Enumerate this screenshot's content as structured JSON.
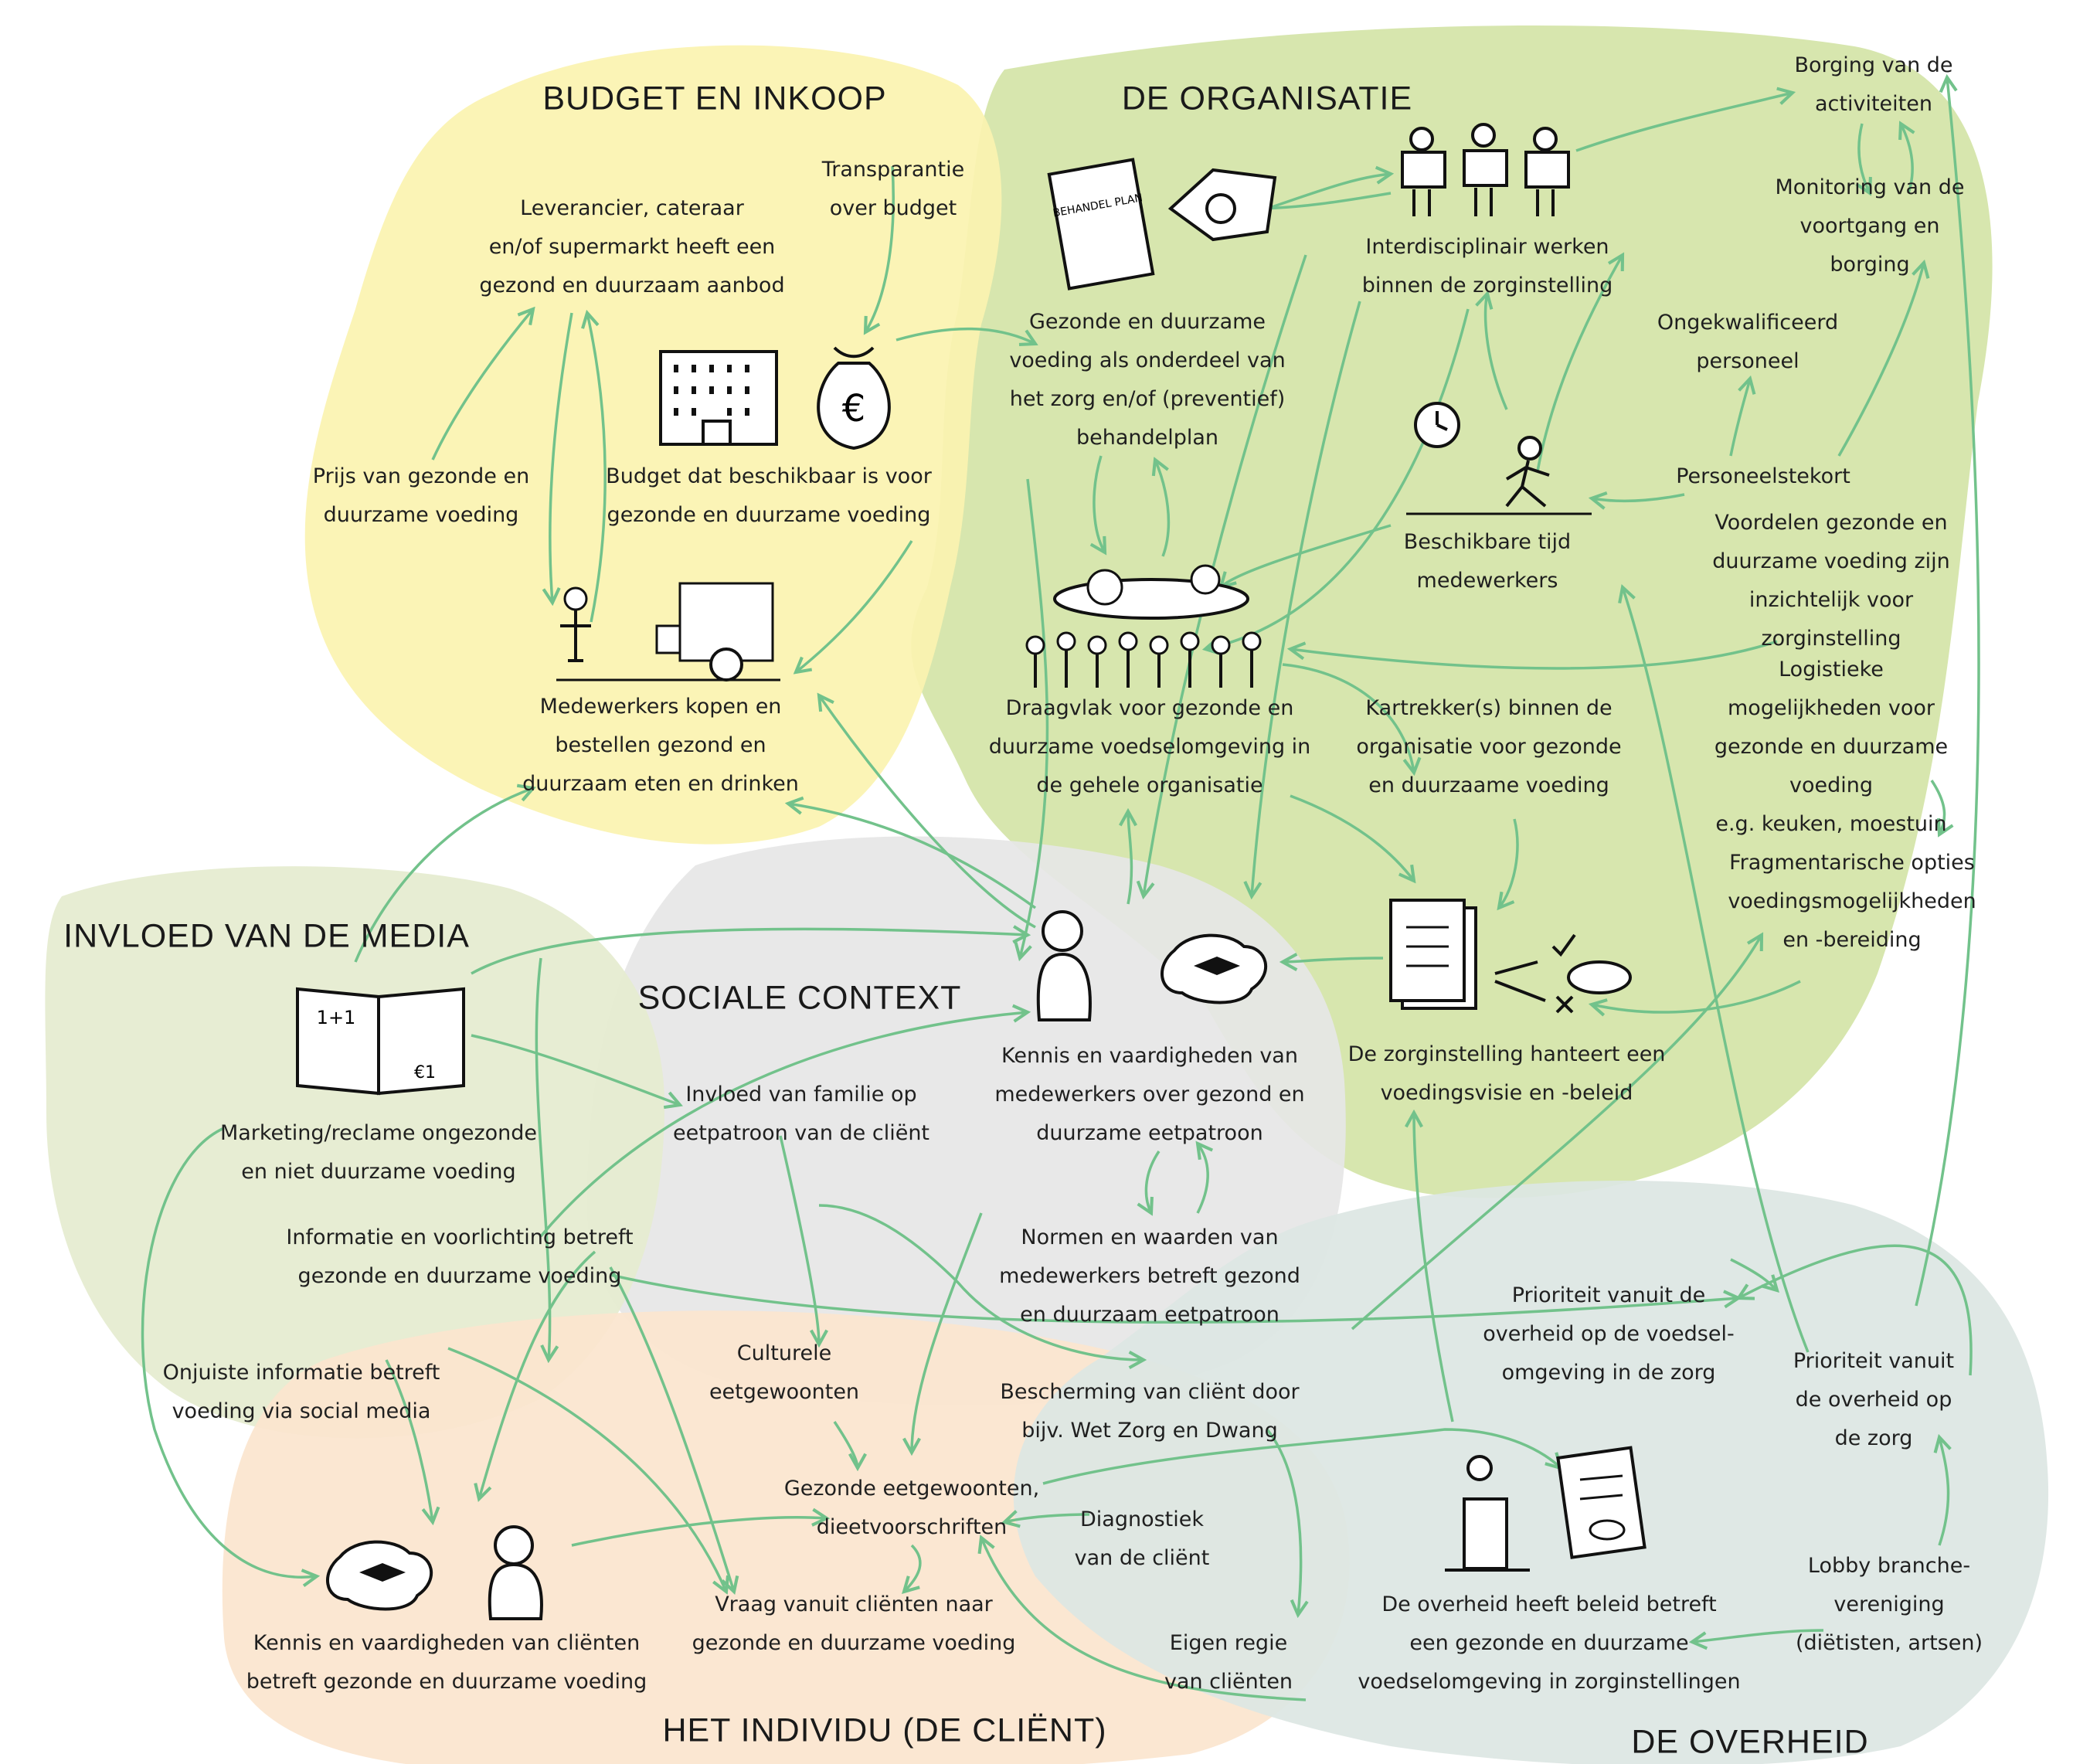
{
  "colors": {
    "budget_region": "#fbf3b0",
    "organisatie_region": "#d7e6ae",
    "media_region": "#e5ecd0",
    "sociale_region": "#e6e6e6",
    "individu_region": "#fbe5cf",
    "overheid_region": "#dde6e3",
    "arrow": "#72c28b"
  },
  "regions": {
    "budget": "BUDGET EN INKOOP",
    "organisatie": "DE ORGANISATIE",
    "media": "INVLOED VAN DE MEDIA",
    "sociale": "SOCIALE CONTEXT",
    "individu": "HET INDIVIDU (DE CLIËNT)",
    "overheid": "DE OVERHEID"
  },
  "nodes": {
    "leverancier": "Leverancier, cateraar\nen/of supermarkt heeft een\ngezond en duurzaam aanbod",
    "transparantie": "Transparantie\nover budget",
    "prijs": "Prijs van gezonde en\nduurzame voeding",
    "budget": "Budget dat beschikbaar is voor\ngezonde en duurzame voeding",
    "medewerkers_kopen": "Medewerkers kopen en\nbestellen gezond en\nduurzaam eten en drinken",
    "gezonde_voeding_behandelplan": "Gezonde en duurzame\nvoeding als onderdeel van\nhet zorg en/of (preventief)\nbehandelplan",
    "interdisciplinair": "Interdisciplinair werken\nbinnen de zorginstelling",
    "borging": "Borging van de\nactiviteiten",
    "monitoring": "Monitoring van de\nvoortgang en borging",
    "ongekwalificeerd": "Ongekwalificeerd\npersoneel",
    "personeelstekort": "Personeelstekort",
    "beschikbare_tijd": "Beschikbare tijd\nmedewerkers",
    "voordelen": "Voordelen gezonde en\nduurzame voeding zijn\ninzichtelijk voor zorginstelling",
    "draagvlak": "Draagvlak voor gezonde en\nduurzame voedselomgeving in\nde gehele organisatie",
    "kartrekker": "Kartrekker(s) binnen de\norganisatie voor gezonde\nen duurzaame voeding",
    "logistieke": "Logistieke mogelijkheden voor\ngezonde en duurzame voeding\ne.g. keuken, moestuin",
    "fragmentarische": "Fragmentarische opties\nvoedingsmogelijkheden\nen -bereiding",
    "voedingsvisie": "De zorginstelling hanteert een\nvoedingsvisie en -beleid",
    "kennis_medewerkers": "Kennis en vaardigheden van\nmedewerkers over gezond en\nduurzame eetpatroon",
    "invloed_familie": "Invloed van familie op\neetpatroon van de cliënt",
    "marketing": "Marketing/reclame ongezonde\nen niet duurzame voeding",
    "informatie": "Informatie en voorlichting betreft\ngezonde en duurzame voeding",
    "onjuiste": "Onjuiste informatie betreft\nvoeding via social media",
    "normen": "Normen en waarden van\nmedewerkers betreft gezond\nen duurzaam eetpatroon",
    "prioriteit_voedsel": "Prioriteit vanuit de\noverheid op de voedsel-\nomgeving in de zorg",
    "prioriteit_zorg": "Prioriteit vanuit\nde overheid op\nde zorg",
    "culturele": "Culturele\neetgewoonten",
    "bescherming": "Bescherming van cliënt door\nbijv. Wet Zorg en Dwang",
    "gezonde_eetgewoonten": "Gezonde eetgewoonten,\ndieetvoorschriften",
    "diagnostiek": "Diagnostiek\nvan de cliënt",
    "vraag_clienten": "Vraag vanuit cliënten naar\ngezonde en duurzame voeding",
    "kennis_clienten": "Kennis en vaardigheden van cliënten\nbetreft gezonde en duurzame voeding",
    "eigen_regie": "Eigen regie\nvan cliënten",
    "overheid_beleid": "De overheid heeft beleid betreft\neen gezonde en duurzame\nvoedselomgeving in zorginstellingen",
    "lobby": "Lobby branche-\nvereniging\n(diëtisten, artsen)"
  },
  "icon_text": {
    "behandelplan_book": "BEHANDEL PLAN",
    "folder_offer": "1+1",
    "folder_price": "€1"
  }
}
